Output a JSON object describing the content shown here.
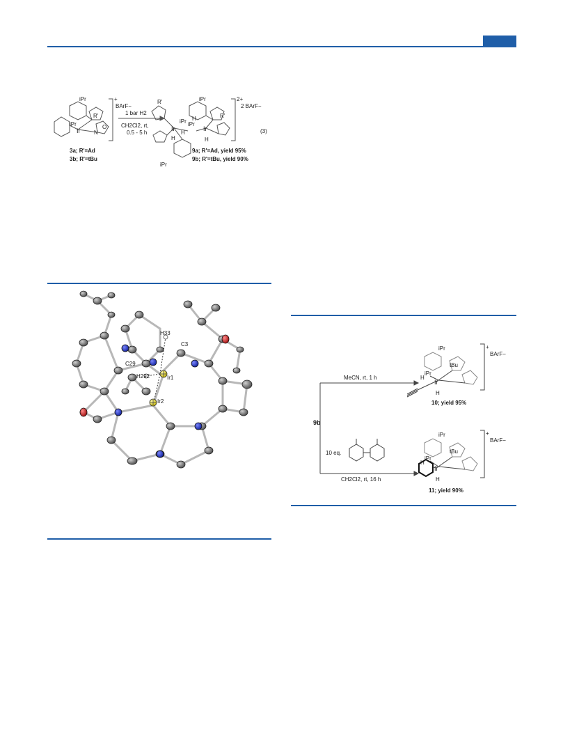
{
  "scheme_top": {
    "equation_number": "(3)",
    "reactant": {
      "ipr_top": "iPr",
      "ipr_bottom": "iPr",
      "rprime": "R'",
      "metal": "Ir",
      "n_label": "N",
      "o_label": "O",
      "charge": "+",
      "counterion": "BArF−",
      "label_a": "3a; R'=Ad",
      "label_b": "3b; R'=tBu"
    },
    "arrow": {
      "above": "1 bar H2",
      "below_1": "CH2Cl2, rt,",
      "below_2": "0.5 - 5 h"
    },
    "product": {
      "rprime_1": "R'",
      "rprime_2": "R'",
      "metal_1": "Ir",
      "metal_2": "Ir",
      "ipr_1": "iPr",
      "ipr_2": "iPr",
      "ipr_3": "iPr",
      "ipr_4": "iPr",
      "h_1": "H",
      "h_2": "H",
      "h_3": "H",
      "h_4": "H",
      "charge": "2+",
      "counterion": "2 BArF−",
      "label_a": "9a; R'=Ad, yield 95%",
      "label_b": "9b; R'=tBu, yield 90%"
    }
  },
  "crystal_structure": {
    "labels": {
      "h33": "H33",
      "c3": "C3",
      "c29": "C29",
      "h292": "H292",
      "ir1": "Ir1",
      "ir2": "Ir2"
    }
  },
  "scheme_right": {
    "start": "9b",
    "top_arrow": "MeCN, rt, 1 h",
    "bottom_arrow_above": "10 eq.",
    "bottom_arrow_below": "CH2Cl2, rt, 16 h",
    "product_10": {
      "label": "10; yield 95%",
      "charge": "+",
      "counterion": "BArF−",
      "ipr_1": "iPr",
      "ipr_2": "iPr",
      "tbu": "tBu",
      "metal": "Ir",
      "h_1": "H",
      "h_2": "H"
    },
    "product_11": {
      "label": "11; yield 90%",
      "charge": "+",
      "counterion": "BArF−",
      "ipr_1": "iPr",
      "ipr_2": "iPr",
      "tbu": "tBu",
      "metal": "Ir",
      "h_1": "H",
      "h_2": "H"
    }
  },
  "colors": {
    "accent": "#1f5ea8",
    "nitrogen": "#1f2fd0",
    "oxygen": "#d01f1f",
    "iridium": "#f0e020",
    "carbon": "#6a6a6a"
  }
}
